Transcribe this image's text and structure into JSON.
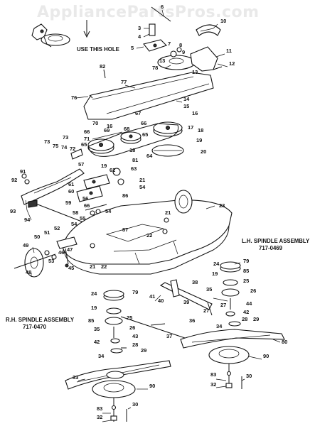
{
  "watermark": "AppliancePartsPros.com",
  "notes": {
    "use_hole": "USE THIS HOLE"
  },
  "assemblies": {
    "lh_title": "L.H. SPINDLE ASSEMBLY",
    "lh_number": "717-0469",
    "rh_title": "R.H. SPINDLE ASSEMBLY",
    "rh_number": "717-0470"
  },
  "callouts": [
    {
      "id": "c1",
      "text": "6"
    },
    {
      "id": "c2",
      "text": "10"
    },
    {
      "id": "c3",
      "text": "3"
    },
    {
      "id": "c4",
      "text": "4"
    },
    {
      "id": "c5",
      "text": "5"
    },
    {
      "id": "c6",
      "text": "7"
    },
    {
      "id": "c7",
      "text": "8"
    },
    {
      "id": "c8",
      "text": "9"
    },
    {
      "id": "c9",
      "text": "11"
    },
    {
      "id": "c10",
      "text": "12"
    },
    {
      "id": "c11",
      "text": "13"
    },
    {
      "id": "c12",
      "text": "78"
    },
    {
      "id": "c13",
      "text": "13"
    },
    {
      "id": "c14",
      "text": "82"
    },
    {
      "id": "c15",
      "text": "77"
    },
    {
      "id": "c16",
      "text": "76"
    },
    {
      "id": "c17",
      "text": "14"
    },
    {
      "id": "c18",
      "text": "15"
    },
    {
      "id": "c19",
      "text": "16"
    },
    {
      "id": "c20",
      "text": "67"
    },
    {
      "id": "c21",
      "text": "68"
    },
    {
      "id": "c22",
      "text": "70"
    },
    {
      "id": "c23",
      "text": "69"
    },
    {
      "id": "c24",
      "text": "66"
    },
    {
      "id": "c25",
      "text": "65"
    },
    {
      "id": "c26",
      "text": "16"
    },
    {
      "id": "c27",
      "text": "66"
    },
    {
      "id": "c28",
      "text": "71"
    },
    {
      "id": "c29",
      "text": "17"
    },
    {
      "id": "c30",
      "text": "18"
    },
    {
      "id": "c31",
      "text": "19"
    },
    {
      "id": "c32",
      "text": "73"
    },
    {
      "id": "c33",
      "text": "73"
    },
    {
      "id": "c34",
      "text": "75"
    },
    {
      "id": "c35",
      "text": "74"
    },
    {
      "id": "c36",
      "text": "72"
    },
    {
      "id": "c37",
      "text": "65"
    },
    {
      "id": "c38",
      "text": "20"
    },
    {
      "id": "c39",
      "text": "18"
    },
    {
      "id": "c40",
      "text": "64"
    },
    {
      "id": "c41",
      "text": "81"
    },
    {
      "id": "c42",
      "text": "63"
    },
    {
      "id": "c43",
      "text": "57"
    },
    {
      "id": "c44",
      "text": "19"
    },
    {
      "id": "c45",
      "text": "62"
    },
    {
      "id": "c46",
      "text": "91"
    },
    {
      "id": "c47",
      "text": "92"
    },
    {
      "id": "c48",
      "text": "21"
    },
    {
      "id": "c49",
      "text": "54"
    },
    {
      "id": "c50",
      "text": "61"
    },
    {
      "id": "c51",
      "text": "60"
    },
    {
      "id": "c52",
      "text": "86"
    },
    {
      "id": "c53",
      "text": "56"
    },
    {
      "id": "c54",
      "text": "93"
    },
    {
      "id": "c55",
      "text": "59"
    },
    {
      "id": "c56",
      "text": "66"
    },
    {
      "id": "c57",
      "text": "54"
    },
    {
      "id": "c58",
      "text": "58"
    },
    {
      "id": "c59",
      "text": "55"
    },
    {
      "id": "c60",
      "text": "21"
    },
    {
      "id": "c61",
      "text": "23"
    },
    {
      "id": "c62",
      "text": "94"
    },
    {
      "id": "c63",
      "text": "54"
    },
    {
      "id": "c64",
      "text": "87"
    },
    {
      "id": "c65",
      "text": "22"
    },
    {
      "id": "c66",
      "text": "52"
    },
    {
      "id": "c67",
      "text": "51"
    },
    {
      "id": "c68",
      "text": "50"
    },
    {
      "id": "c69",
      "text": "49"
    },
    {
      "id": "c70",
      "text": "46"
    },
    {
      "id": "c71",
      "text": "53"
    },
    {
      "id": "c72",
      "text": "47"
    },
    {
      "id": "c73",
      "text": "45"
    },
    {
      "id": "c74",
      "text": "48"
    },
    {
      "id": "c75",
      "text": "21"
    },
    {
      "id": "c76",
      "text": "22"
    },
    {
      "id": "c77",
      "text": "79"
    },
    {
      "id": "c78",
      "text": "24"
    },
    {
      "id": "c79",
      "text": "85"
    },
    {
      "id": "c80",
      "text": "19"
    },
    {
      "id": "c81",
      "text": "25"
    },
    {
      "id": "c82",
      "text": "26"
    },
    {
      "id": "c83",
      "text": "35"
    },
    {
      "id": "c84",
      "text": "38"
    },
    {
      "id": "c85",
      "text": "41"
    },
    {
      "id": "c86",
      "text": "40"
    },
    {
      "id": "c87",
      "text": "39"
    },
    {
      "id": "c88",
      "text": "27"
    },
    {
      "id": "c89",
      "text": "44"
    },
    {
      "id": "c90",
      "text": "42"
    },
    {
      "id": "c91",
      "text": "28"
    },
    {
      "id": "c92",
      "text": "29"
    },
    {
      "id": "c93",
      "text": "24"
    },
    {
      "id": "c94",
      "text": "79"
    },
    {
      "id": "c95",
      "text": "19"
    },
    {
      "id": "c96",
      "text": "85"
    },
    {
      "id": "c97",
      "text": "25"
    },
    {
      "id": "c98",
      "text": "26"
    },
    {
      "id": "c99",
      "text": "35"
    },
    {
      "id": "c100",
      "text": "43"
    },
    {
      "id": "c101",
      "text": "27"
    },
    {
      "id": "c102",
      "text": "36"
    },
    {
      "id": "c103",
      "text": "37"
    },
    {
      "id": "c104",
      "text": "34"
    },
    {
      "id": "c105",
      "text": "80"
    },
    {
      "id": "c106",
      "text": "42"
    },
    {
      "id": "c107",
      "text": "28"
    },
    {
      "id": "c108",
      "text": "29"
    },
    {
      "id": "c109",
      "text": "34"
    },
    {
      "id": "c110",
      "text": "90"
    },
    {
      "id": "c111",
      "text": "33"
    },
    {
      "id": "c112",
      "text": "90"
    },
    {
      "id": "c113",
      "text": "83"
    },
    {
      "id": "c114",
      "text": "30"
    },
    {
      "id": "c115",
      "text": "32"
    },
    {
      "id": "c116",
      "text": "83"
    },
    {
      "id": "c117",
      "text": "30"
    },
    {
      "id": "c118",
      "text": "32"
    }
  ]
}
